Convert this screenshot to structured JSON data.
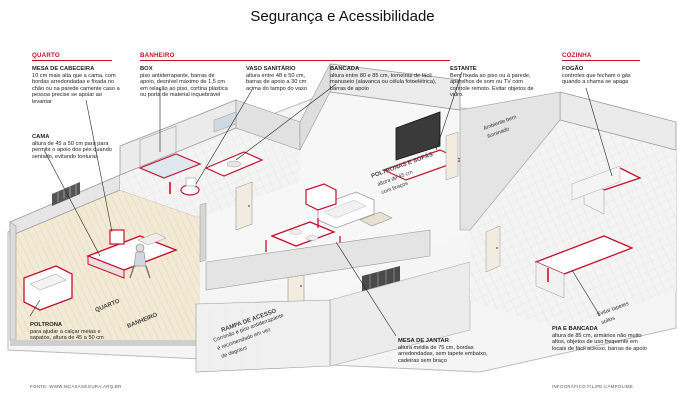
{
  "title": "Segurança e Acessibilidade",
  "sections": {
    "quarto": "QUARTO",
    "banheiro": "BANHEIRO",
    "cozinha": "COZINHA"
  },
  "callouts": {
    "mesa_cabeceira": {
      "heading": "MESA DE CABECEIRA",
      "body": "10 cm mais alta que a cama, com bordas arredondadas e fixada no chão ou na parede camente caso a pessoa precise se apoiar ao levantar"
    },
    "box": {
      "heading": "BOX",
      "body": "piso antiderrapante, barras de apoio, desnível máximo de 1,5 cm em relação ao piso, cortina plástica ou porta de material inquebrável"
    },
    "vaso": {
      "heading": "VASO SANITÁRIO",
      "body": "altura entre 48 e 50 cm, barras de apoio a 30 cm acima do tampo do vaso"
    },
    "bancada": {
      "heading": "BANCADA",
      "body": "altura entre 80 e 85 cm, torneiras de fácil manuseio (alavanca ou célula fotoelétrica), barras de apoio"
    },
    "estante": {
      "heading": "ESTANTE",
      "body": "Bem fixada ao piso ou à parede, aparelhos de som ou TV com controle remoto. Evitar objetos de vidro."
    },
    "fogao": {
      "heading": "FOGÃO",
      "body": "controles que fecham o gás quando a chama se apaga"
    },
    "cama": {
      "heading": "CAMA",
      "body": "altura de 45 a 50 cm para para permitir o apoio dos pés quando sentado, evitando tonturas"
    },
    "poltrona": {
      "heading": "POLTRONA",
      "body": "para ajudar a calçar meias e sapatos, altura de 45 a 50 cm"
    },
    "mesa_jantar": {
      "heading": "MESA DE JANTAR",
      "body": "altura média de 75 cm, bordas arredondadas, sem tapete embaixo, cadeiras sem braço"
    },
    "pia": {
      "heading": "PIA E BANCADA",
      "body": "altura de 85 cm, armários não muito altos, objetos de uso frequente em locais de fácil acesso, barras de apoio"
    }
  },
  "floor_labels": {
    "quarto": "QUARTO",
    "banheiro": "BANHEIRO",
    "rampa_heading": "RAMPA DE ACESSO",
    "rampa_body_1": "Corrimão e piso antiderrapante",
    "rampa_body_2": "é recomendado em vez",
    "rampa_body_3": "de degraus",
    "poltronas_heading": "POLTRONAS E SOFÁS",
    "poltronas_body_1": "altura de 45 cm",
    "poltronas_body_2": "com braços",
    "iluminacao_1": "Ambiente bem",
    "iluminacao_2": "iluminado",
    "tapete_1": "Evitar tapetes",
    "tapete_2": "soltos"
  },
  "footer": {
    "source": "FONTE: WWW.MCASASEGURA.ARQ.BR",
    "credit": "INFOGRÁFICO FILIPE CAMPOLIME"
  },
  "colors": {
    "accent": "#c8102e",
    "wall": "#e9e9e9",
    "floor": "#f6f6f6"
  }
}
